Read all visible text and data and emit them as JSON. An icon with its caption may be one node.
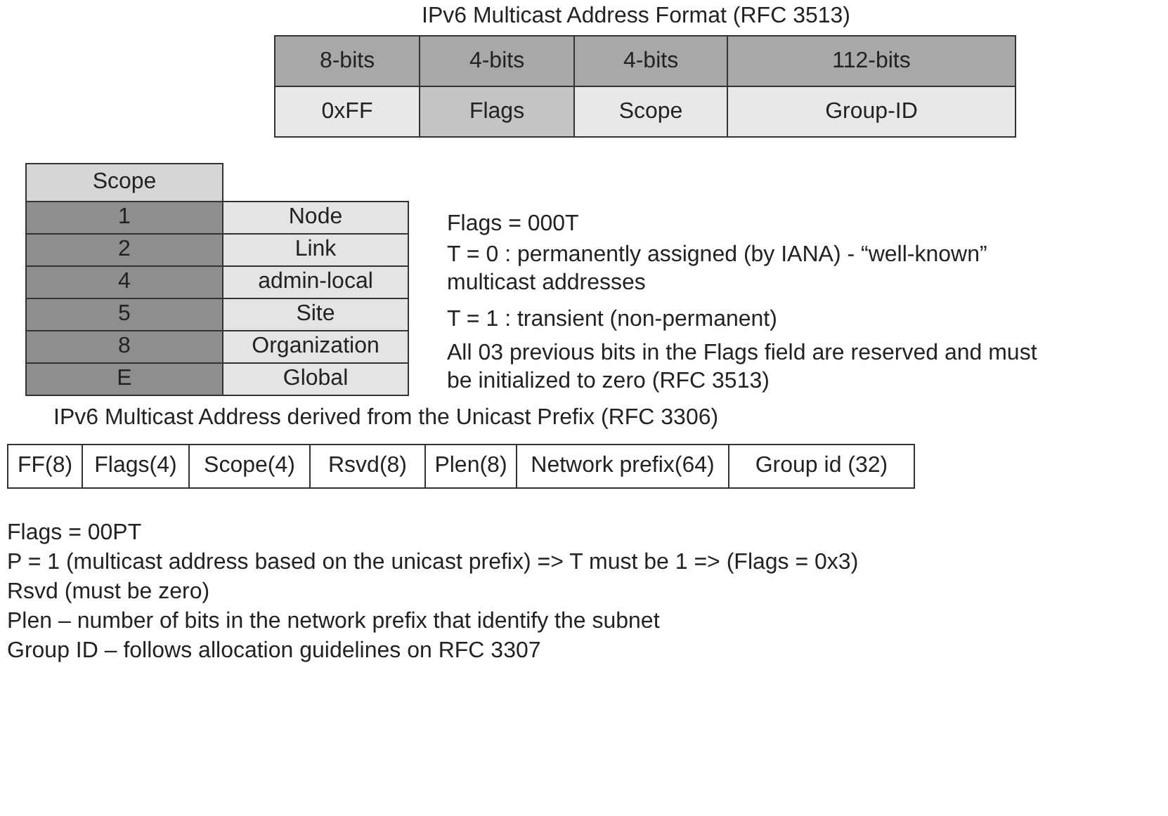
{
  "diagram": {
    "labels": [
      "IPv6 Multicast Address Format (RFC 3513)",
      "8-bits",
      "4-bits",
      "4-bits",
      "112-bits",
      "0xFF",
      "Flags",
      "Scope",
      "Group-ID",
      "Scope",
      "1",
      "Node",
      "2",
      "Link",
      "4",
      "admin-local",
      "5",
      "Site",
      "8",
      "Organization",
      "E",
      "Global",
      "Flags = 000T",
      "T = 0 : permanently assigned (by IANA) - “well-known” multicast addresses",
      "T = 1 : transient (non-permanent)",
      "All 03 previous bits in the Flags field are reserved and must be initialized to zero (RFC 3513)",
      "IPv6 Multicast Address derived from the Unicast Prefix (RFC 3306)",
      "FF(8)",
      "Flags(4)",
      "Scope(4)",
      "Rsvd(8)",
      "Plen(8)",
      "Network prefix(64)",
      "Group id (32)",
      "Flags = 00PT",
      "P = 1 (multicast address based on the unicast prefix) => T must be 1 => (Flags = 0x3)",
      "Rsvd (must be zero)",
      "Plen – number of bits in the network prefix that identify the subnet",
      "Group ID – follows allocation guidelines on RFC 3307"
    ]
  }
}
